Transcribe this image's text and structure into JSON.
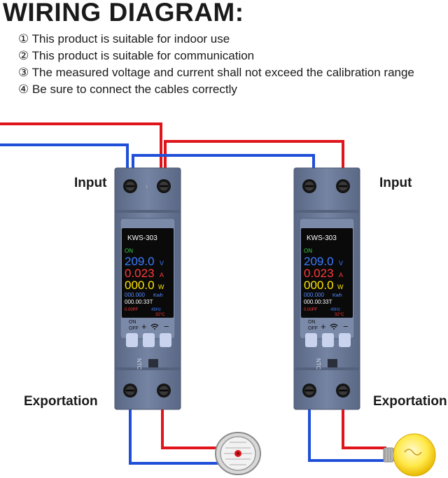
{
  "title": "WIRING DIAGRAM:",
  "notes": [
    "① This product is suitable for indoor use",
    "② This product is suitable for communication",
    "③ The measured voltage and current shall not exceed the calibration range",
    "④ Be sure to connect the cables correctly"
  ],
  "labels": {
    "input_left": "Input",
    "input_right": "Input",
    "export_left": "Exportation",
    "export_right": "Exportation"
  },
  "meter": {
    "model": "KWS-303",
    "status": "ON",
    "voltage": "209.0",
    "voltage_unit": "V",
    "current": "0.023",
    "current_unit": "A",
    "power": "000.0",
    "power_unit": "W",
    "energy": "000.000",
    "energy_unit": "Kwh",
    "time": "000.00:33T",
    "pf": "0.00PF",
    "freq": "49Hz",
    "temp": "32°C",
    "btn_on": "ON",
    "btn_off": "OFF",
    "btn_plus": "+",
    "btn_minus": "−",
    "ntc": "NTC"
  },
  "colors": {
    "live_wire": "#e0151b",
    "neutral_wire": "#1f4fd8",
    "meter_body": "#6e7d99",
    "screen_bg": "#0a0a0a",
    "voltage": "#3d7bff",
    "current": "#ff3a3a",
    "power": "#ffe600",
    "energy": "#5a8cff"
  },
  "icons": {
    "load_left": "exhaust-fan-icon",
    "load_right": "light-bulb-icon",
    "wifi": "wifi-icon"
  }
}
